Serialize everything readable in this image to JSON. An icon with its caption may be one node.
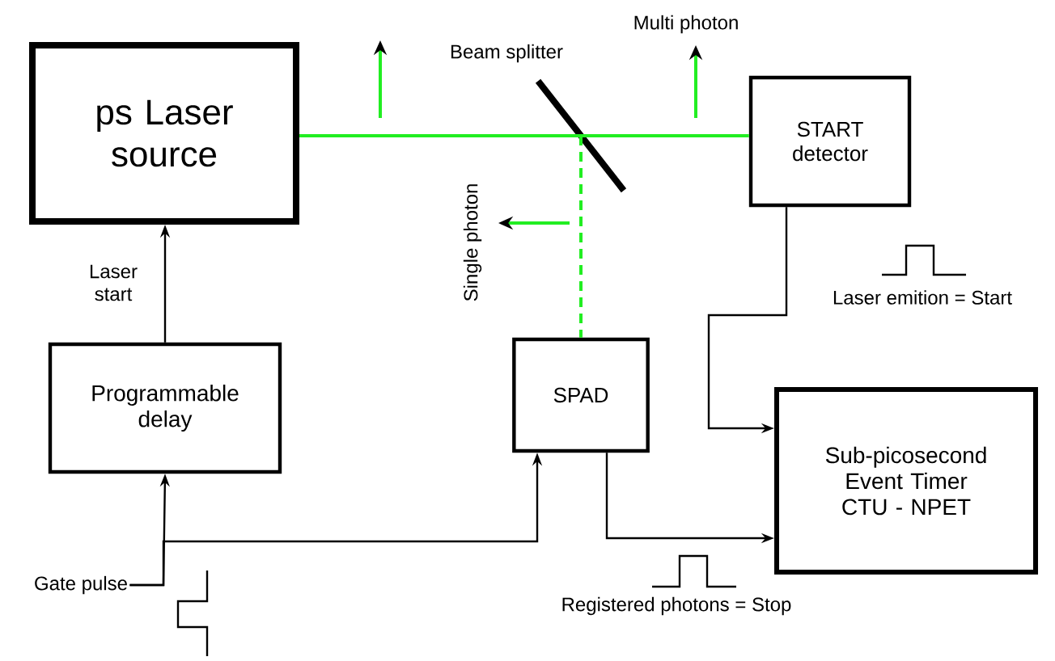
{
  "diagram": {
    "nodes": [
      {
        "text": [
          "ps Laser source"
        ]
      },
      {
        "text": [
          "START detector"
        ]
      },
      {
        "text": [
          "SPAD"
        ]
      },
      {
        "text": [
          "Programmable delay"
        ]
      },
      {
        "text": [
          "Sub-picosecond Event Timer CTU - NPET"
        ]
      },
      {
        "text": [],
        "shape": "bar",
        "beside": [
          "Beam splitter"
        ]
      },
      {
        "text": [
          "Gate pulse"
        ]
      }
    ],
    "edges": [
      {
        "from": 0,
        "to": 5,
        "arrow": "none",
        "color": "#22ee22"
      },
      {
        "from": 5,
        "to": 1,
        "arrow": "none",
        "color": "#22ee22"
      },
      {
        "from": 5,
        "to": 2,
        "arrow": "none",
        "style": "dashed",
        "color": "#22ee22"
      },
      {
        "from": 3,
        "to": 0,
        "arrow": "to",
        "label": "Laser start"
      },
      {
        "from": 1,
        "to": 4,
        "arrow": "to",
        "label": "Laser emition = Start"
      },
      {
        "from": 2,
        "to": 4,
        "arrow": "to",
        "label": "Registered photons = Stop"
      },
      {
        "from": 6,
        "to": 3,
        "arrow": "to"
      },
      {
        "from": 6,
        "to": 2,
        "arrow": "to"
      }
    ],
    "labels": [
      "Multi photon",
      "Single photon"
    ]
  }
}
